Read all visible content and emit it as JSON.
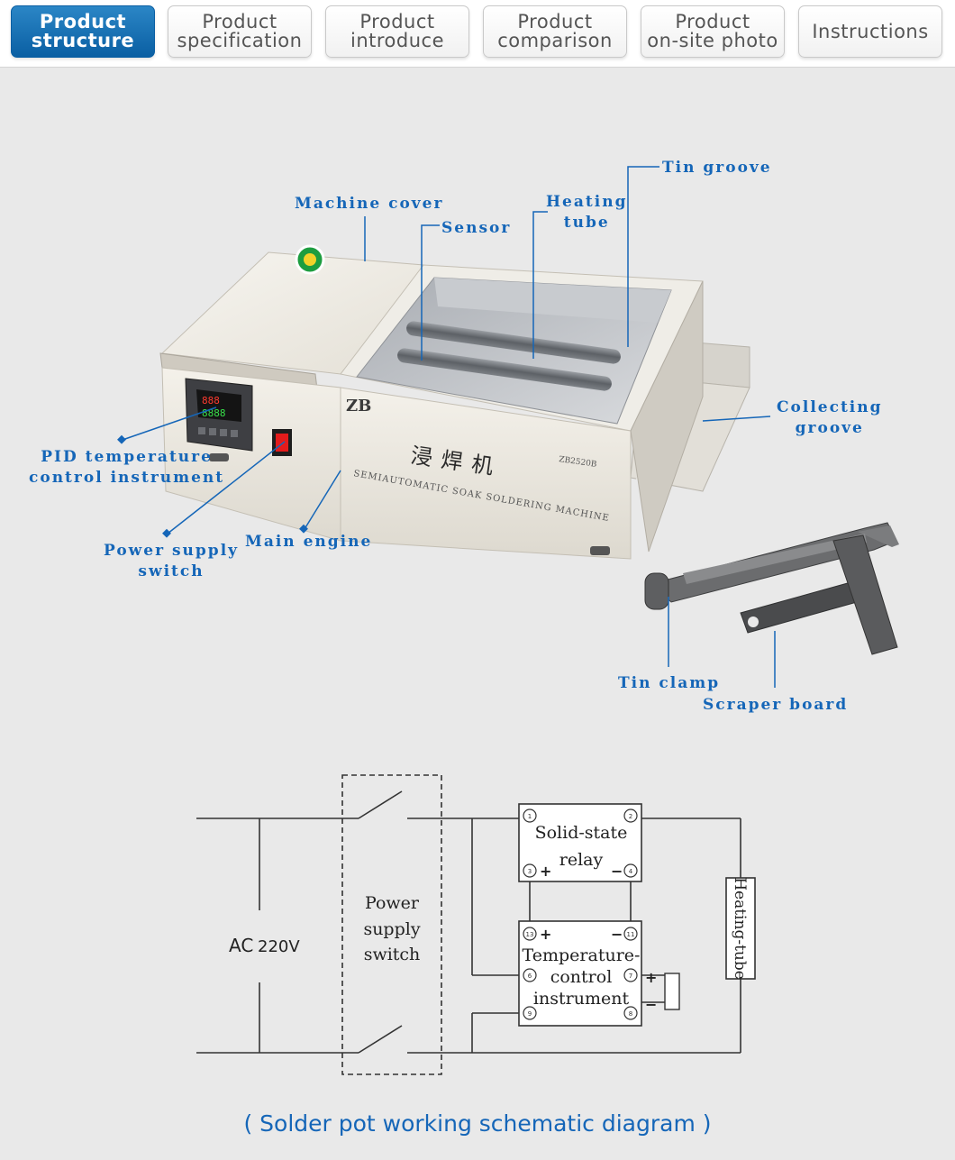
{
  "tabs": [
    {
      "label": "Product\nstructure",
      "active": true
    },
    {
      "label": "Product\nspecification",
      "active": false
    },
    {
      "label": "Product\nintroduce",
      "active": false
    },
    {
      "label": "Product\ncomparison",
      "active": false
    },
    {
      "label": "Product\non-site photo",
      "active": false
    },
    {
      "label": "Instructions",
      "active": false
    }
  ],
  "machine": {
    "logo_text": "ZB",
    "cn_label": "浸焊机",
    "model": "ZB2520B",
    "subtitle": "SEMIAUTOMATIC SOAK SOLDERING MACHINE",
    "display_top": "888",
    "display_bottom": "8888"
  },
  "callouts": {
    "machine_cover": "Machine cover",
    "sensor": "Sensor",
    "heating_tube": "Heating\ntube",
    "tin_groove": "Tin groove",
    "collecting_groove": "Collecting\ngroove",
    "pid": "PID temperature\ncontrol instrument",
    "power_switch": "Power supply\nswitch",
    "main_engine": "Main engine",
    "tin_clamp": "Tin clamp",
    "scraper_board": "Scraper board"
  },
  "schematic": {
    "ac": "AC",
    "voltage": "220V",
    "power_switch": [
      "Power",
      "supply",
      "switch"
    ],
    "relay": [
      "Solid-state",
      "relay"
    ],
    "instrument": [
      "Temperature-",
      "control",
      "instrument"
    ],
    "heating_tube": "Heating-tube",
    "terminals": {
      "t1": "1",
      "t2": "2",
      "t3": "3",
      "t4": "4",
      "t5": "13",
      "t6": "11",
      "t7": "6",
      "t8": "7",
      "t9": "9",
      "t10": "8"
    }
  },
  "caption": "( Solder pot working schematic diagram )",
  "colors": {
    "accent": "#1566b8",
    "tab_active": "#0a5fa3"
  }
}
